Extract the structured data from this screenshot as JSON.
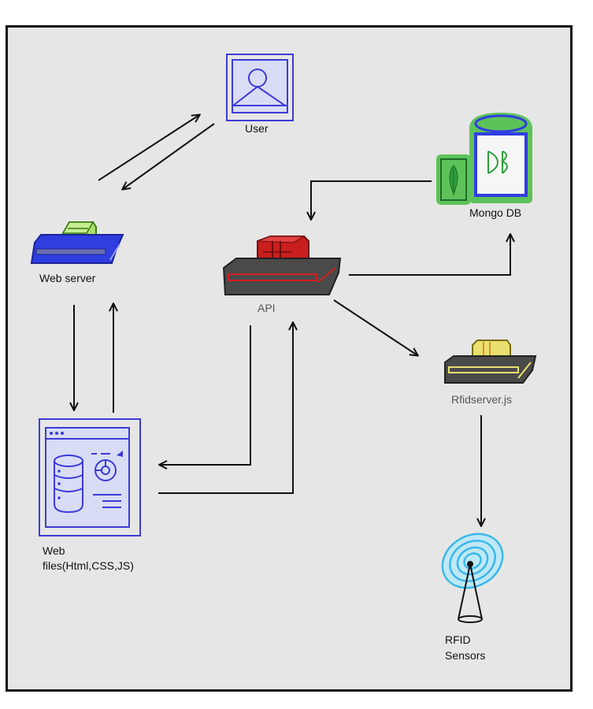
{
  "nodes": {
    "user": {
      "label": "User",
      "icon": "user-profile-icon"
    },
    "mongodb": {
      "label": "Mongo DB",
      "icon": "database-cylinder-icon",
      "leaf_icon": "leaf-icon"
    },
    "web_server": {
      "label": "Web server",
      "icon": "server-box-icon"
    },
    "api": {
      "label": "API",
      "icon": "server-box-icon"
    },
    "rfid_server": {
      "label": "Rfidserver.js",
      "icon": "server-box-icon"
    },
    "web_files": {
      "label_line1": "Web",
      "label_line2": "files(Html,CSS,JS)",
      "icon": "web-page-database-icon"
    },
    "rfid_sensors": {
      "label_line1": "RFID",
      "label_line2": "Sensors",
      "icon": "antenna-signal-icon"
    }
  },
  "colors": {
    "background": "#e6e6e6",
    "user_blue": "#3b3bd6",
    "mongo_green": "#5ec25a",
    "web_server_blue": "#2f3ee0",
    "api_red": "#c81e1e",
    "server_gray": "#4a4a4a",
    "rfid_yellow": "#e8e070",
    "antenna_cyan": "#3ab8e8"
  }
}
